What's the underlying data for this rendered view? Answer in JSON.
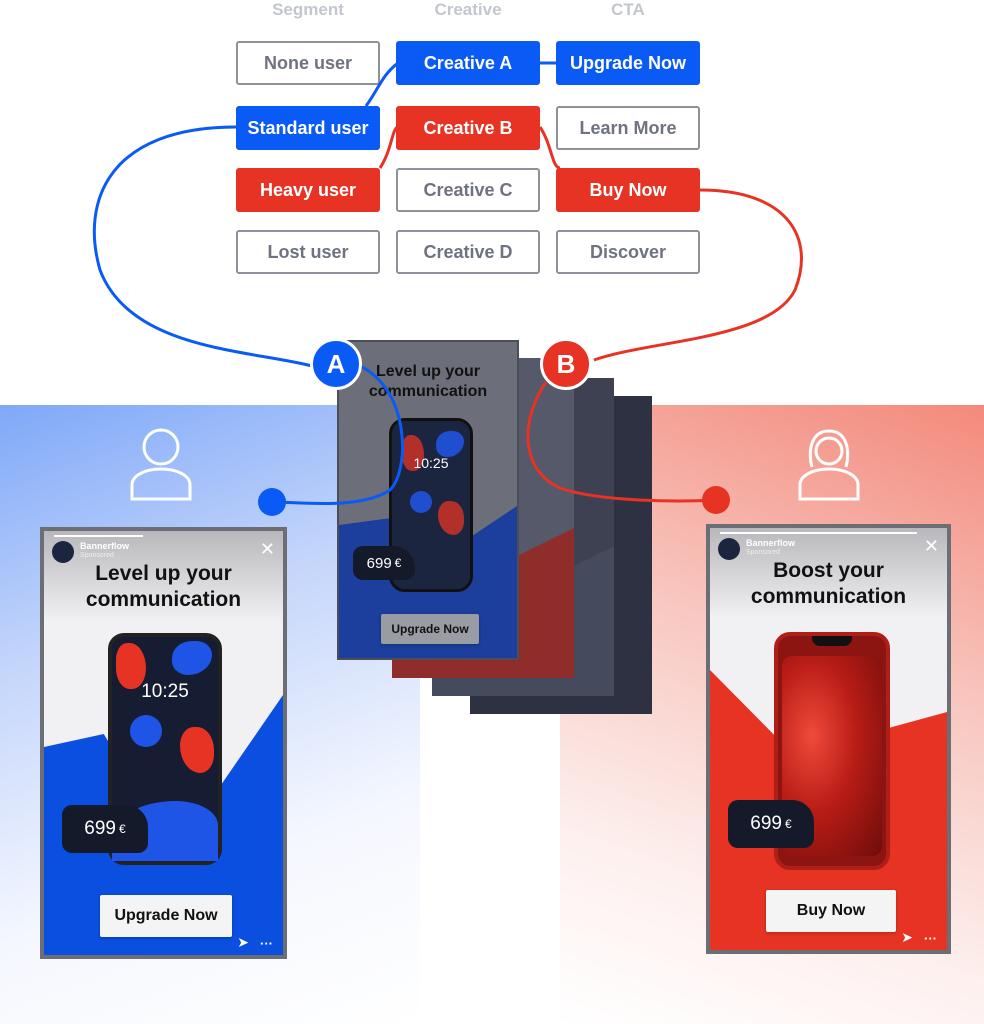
{
  "columns": {
    "segment": "Segment",
    "creative": "Creative",
    "cta": "CTA"
  },
  "segments": [
    "None user",
    "Standard user",
    "Heavy user",
    "Lost user"
  ],
  "creatives": [
    "Creative A",
    "Creative B",
    "Creative C",
    "Creative D"
  ],
  "ctas": [
    "Upgrade Now",
    "Learn More",
    "Buy Now",
    "Discover"
  ],
  "colors": {
    "blue": "#0a5af5",
    "red": "#e63323",
    "outline": "#8e919b"
  },
  "badges": {
    "a": "A",
    "b": "B"
  },
  "stack_front": {
    "title_line1": "Level up your",
    "title_line2": "communication",
    "clock": "10:25",
    "price": "699",
    "currency": "€",
    "cta": "Upgrade Now"
  },
  "ad_left": {
    "brand": "Bannerflow",
    "sponsored": "Sponsored",
    "title_line1": "Level up your",
    "title_line2": "communication",
    "clock": "10:25",
    "price": "699",
    "currency": "€",
    "cta": "Upgrade Now",
    "user_icon": "male-user-icon"
  },
  "ad_right": {
    "brand": "Bannerflow",
    "sponsored": "Sponsored",
    "title_line1": "Boost your",
    "title_line2": "communication",
    "price": "699",
    "currency": "€",
    "cta": "Buy Now",
    "user_icon": "female-user-icon"
  }
}
